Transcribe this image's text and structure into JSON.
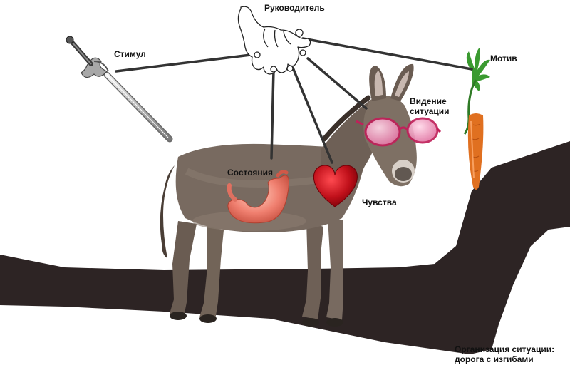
{
  "labels": {
    "leader": "Руководитель",
    "stimulus": "Стимул",
    "motive": "Мотив",
    "vision_line1": "Видение",
    "vision_line2": "ситуации",
    "states": "Состояния",
    "feelings": "Чувства",
    "road_line1": "Организация ситуации:",
    "road_line2": "дорога с изгибами"
  },
  "colors": {
    "road": "#2d2424",
    "donkey": "#786a60",
    "heart": "#c0101a",
    "glasses_lens": "#f0a0c0",
    "glasses_frame": "#c0205a",
    "carrot": "#e07020",
    "carrot_leaves": "#3a9a30",
    "stomach": "#f08070",
    "string": "#333333"
  }
}
